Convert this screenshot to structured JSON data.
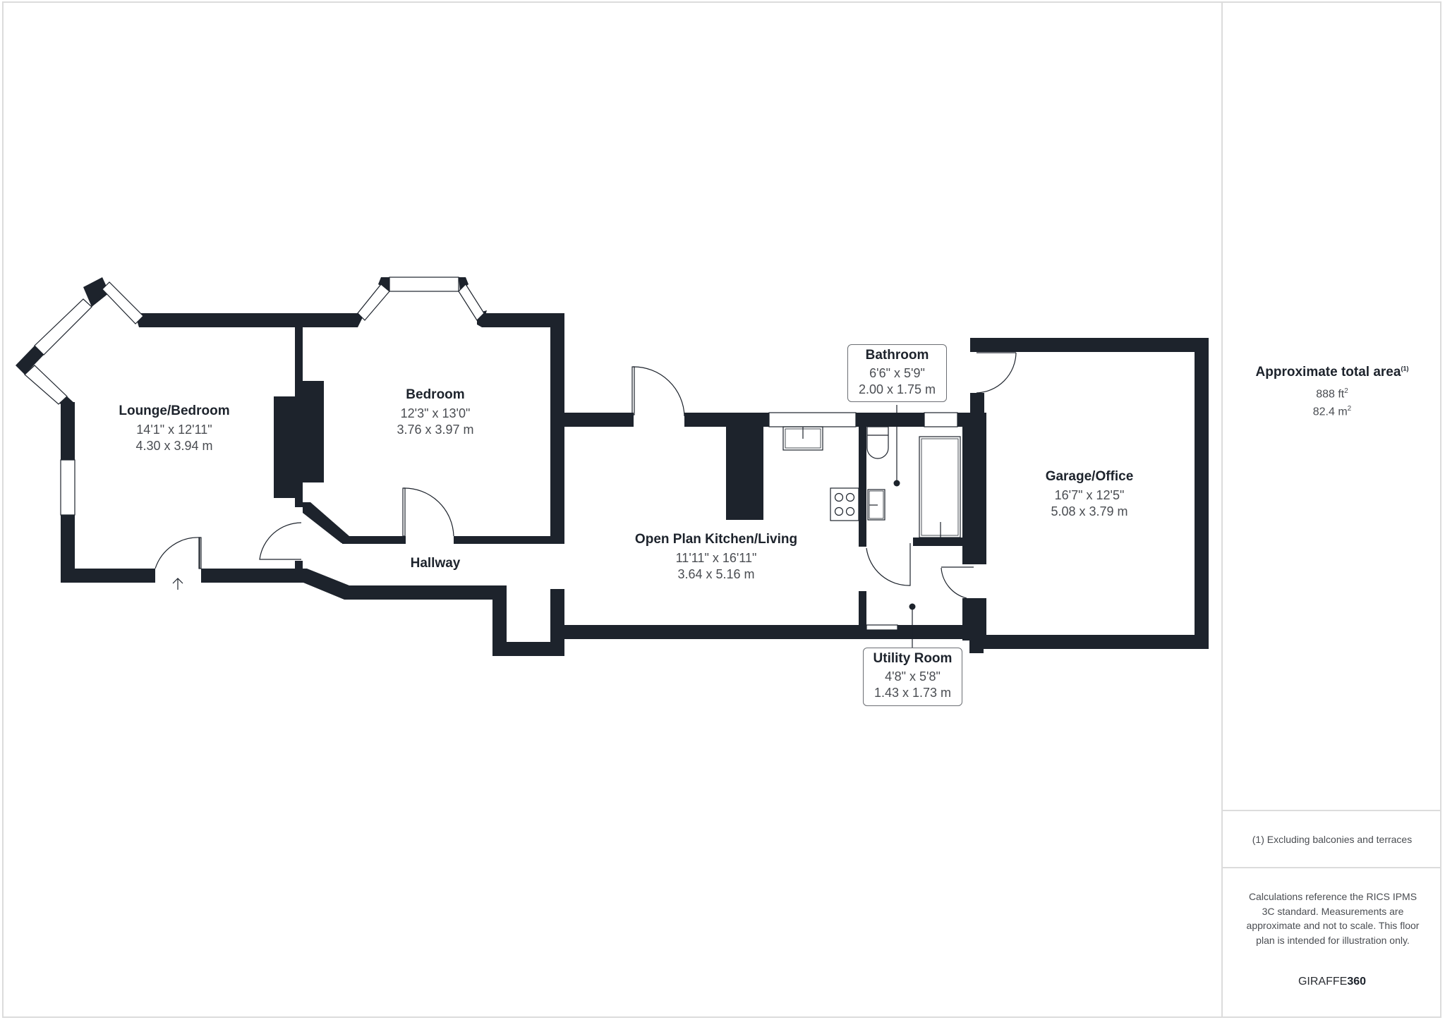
{
  "floor_plan": {
    "rooms": [
      {
        "name": "Lounge/Bedroom",
        "imperial": "14'1\" x 12'11\"",
        "metric": "4.30 x 3.94 m"
      },
      {
        "name": "Bedroom",
        "imperial": "12'3\" x 13'0\"",
        "metric": "3.76 x 3.97 m"
      },
      {
        "name": "Hallway"
      },
      {
        "name": "Open Plan Kitchen/Living",
        "imperial": "11'11\" x 16'11\"",
        "metric": "3.64 x 5.16 m"
      },
      {
        "name": "Bathroom",
        "imperial": "6'6\" x 5'9\"",
        "metric": "2.00 x 1.75 m"
      },
      {
        "name": "Utility Room",
        "imperial": "4'8\" x 5'8\"",
        "metric": "1.43 x 1.73 m"
      },
      {
        "name": "Garage/Office",
        "imperial": "16'7\" x 12'5\"",
        "metric": "5.08 x 3.79 m"
      }
    ],
    "colors": {
      "wall": "#1d232c",
      "line": "#1d232c",
      "border": "#dcdcdc",
      "text_secondary": "#4a4d52"
    }
  },
  "sidebar": {
    "area_title": "Approximate total area",
    "area_footnote_ref": "(1)",
    "area_sqft_value": "888 ft",
    "area_sqft_sup": "2",
    "area_sqm_value": "82.4 m",
    "area_sqm_sup": "2",
    "footnote": "(1) Excluding balconies and terraces",
    "disclaimer": "Calculations reference the RICS IPMS 3C standard. Measurements are approximate and not to scale. This floor plan is intended for illustration only.",
    "brand_prefix": "GIRAFFE",
    "brand_suffix": "360"
  }
}
